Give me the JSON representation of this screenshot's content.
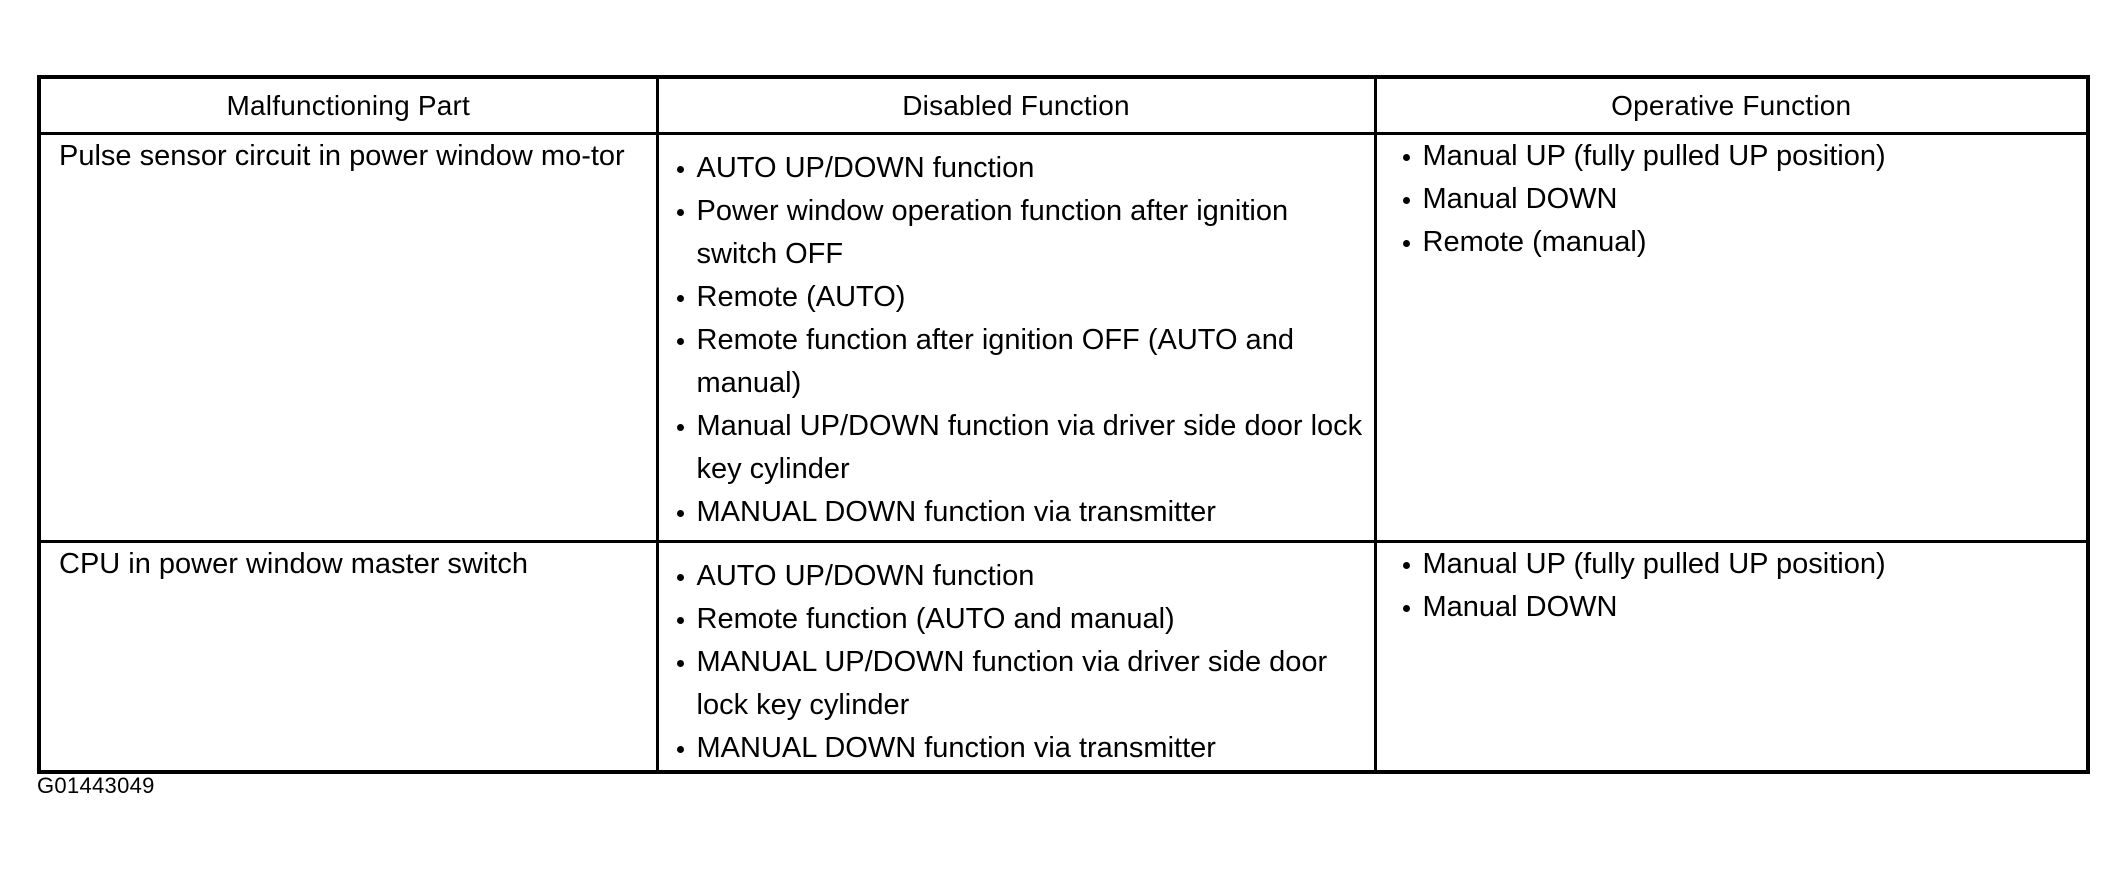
{
  "table": {
    "headers": [
      "Malfunctioning Part",
      "Disabled Function",
      "Operative Function"
    ],
    "rows": [
      {
        "part": "Pulse sensor circuit in power window mo-tor",
        "disabled": [
          "AUTO UP/DOWN function",
          "Power window operation function after ignition switch OFF",
          "Remote (AUTO)",
          "Remote function after ignition OFF (AUTO and manual)",
          "Manual UP/DOWN function via driver side door lock key cylinder",
          "MANUAL DOWN function via transmitter"
        ],
        "operative": [
          "Manual UP (fully pulled UP position)",
          "Manual DOWN",
          "Remote (manual)"
        ]
      },
      {
        "part": "CPU in power window master switch",
        "disabled": [
          "AUTO UP/DOWN function",
          "Remote function (AUTO and manual)",
          "MANUAL UP/DOWN function via driver side door lock key cylinder",
          "MANUAL DOWN function via transmitter"
        ],
        "operative": [
          "Manual UP (fully pulled UP position)",
          "Manual DOWN"
        ]
      }
    ]
  },
  "footer": {
    "figure_code": "G01443049"
  }
}
